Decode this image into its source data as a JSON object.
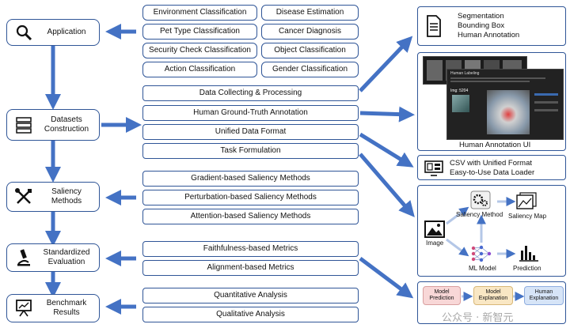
{
  "stages": [
    {
      "label_line1": "Application",
      "label_line2": ""
    },
    {
      "label_line1": "Datasets",
      "label_line2": "Construction"
    },
    {
      "label_line1": "Saliency",
      "label_line2": "Methods"
    },
    {
      "label_line1": "Standardized",
      "label_line2": "Evaluation"
    },
    {
      "label_line1": "Benchmark",
      "label_line2": "Results"
    }
  ],
  "applications": [
    "Environment Classification",
    "Disease Estimation",
    "Pet Type Classification",
    "Cancer Diagnosis",
    "Security Check Classification",
    "Object Classification",
    "Action Classification",
    "Gender Classification"
  ],
  "dataset_steps": [
    "Data Collecting & Processing",
    "Human Ground-Truth Annotation",
    "Unified Data Format",
    "Task Formulation"
  ],
  "saliency_methods": [
    "Gradient-based Saliency Methods",
    "Perturbation-based Saliency Methods",
    "Attention-based Saliency Methods"
  ],
  "metrics": [
    "Faithfulness-based Metrics",
    "Alignment-based Metrics"
  ],
  "results": [
    "Quantitative Analysis",
    "Qualitative Analysis"
  ],
  "annotation_types": {
    "line1": "Segmentation",
    "line2": "Bounding Box",
    "line3": "Human Annotation"
  },
  "annotation_ui_caption": "Human Annotation UI",
  "annotation_ui_screen": {
    "title": "Human Labeling",
    "id_label": "Img: 5204"
  },
  "data_loader": {
    "line1": "CSV with Unified Format",
    "line2": "Easy-to-Use Data Loader"
  },
  "saliency_flow": {
    "image": "Image",
    "saliency_method": "Saliency Method",
    "saliency_map": "Saliency Map",
    "ml_model": "ML Model",
    "prediction": "Prediction"
  },
  "explanation_flow": [
    {
      "line1": "Model",
      "line2": "Prediction",
      "color": "#f8d7d7"
    },
    {
      "line1": "Model",
      "line2": "Explanation",
      "color": "#f9e7c4"
    },
    {
      "line1": "Human",
      "line2": "Explanation",
      "color": "#d6e4f7"
    }
  ],
  "watermark": "公众号 · 新智元",
  "colors": {
    "border": "#2f5597",
    "arrow": "#4472c4"
  }
}
